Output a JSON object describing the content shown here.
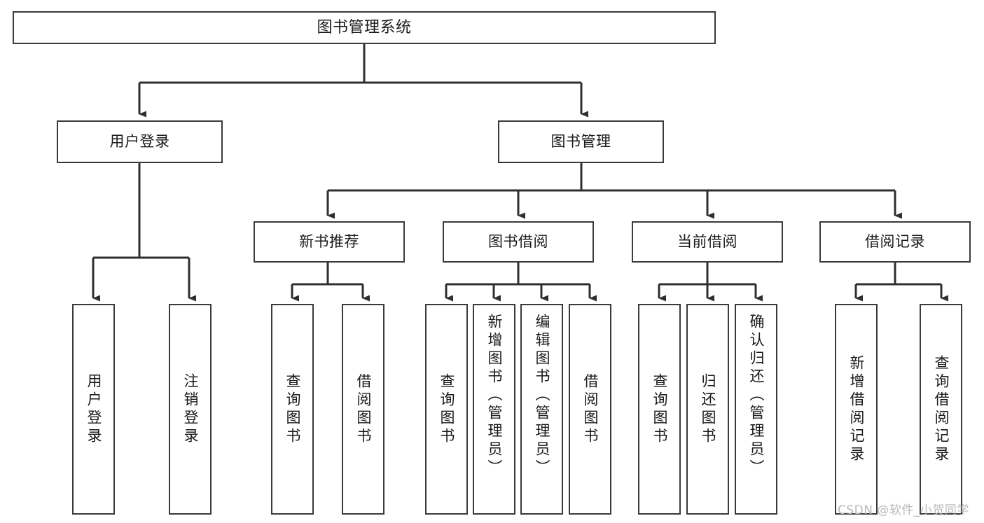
{
  "diagram": {
    "type": "tree-hierarchy",
    "title": "图书管理系统",
    "orientation": "top-down",
    "stroke_color": "#3a3a3a",
    "fill_color": "#ffffff"
  },
  "nodes": {
    "root": {
      "label": "图书管理系统"
    },
    "level2": [
      {
        "id": "user-login",
        "label": "用户登录"
      },
      {
        "id": "book-management",
        "label": "图书管理"
      }
    ],
    "level3": [
      {
        "id": "new-book-recommend",
        "label": "新书推荐"
      },
      {
        "id": "book-borrow",
        "label": "图书借阅"
      },
      {
        "id": "current-borrow",
        "label": "当前借阅"
      },
      {
        "id": "borrow-record",
        "label": "借阅记录"
      }
    ],
    "leaves": [
      {
        "id": "leaf-user-login",
        "label": "用户登录",
        "parent": "user-login"
      },
      {
        "id": "leaf-user-logout",
        "label": "注销登录",
        "parent": "user-login"
      },
      {
        "id": "leaf-query-book-1",
        "label": "查询图书",
        "parent": "new-book-recommend"
      },
      {
        "id": "leaf-borrow-book-1",
        "label": "借阅图书",
        "parent": "new-book-recommend"
      },
      {
        "id": "leaf-query-book-2",
        "label": "查询图书",
        "parent": "book-borrow"
      },
      {
        "id": "leaf-add-book",
        "label": "新增图书（管理员）",
        "parent": "book-borrow"
      },
      {
        "id": "leaf-edit-book",
        "label": "编辑图书（管理员）",
        "parent": "book-borrow"
      },
      {
        "id": "leaf-borrow-book-2",
        "label": "借阅图书",
        "parent": "book-borrow"
      },
      {
        "id": "leaf-query-book-3",
        "label": "查询图书",
        "parent": "current-borrow"
      },
      {
        "id": "leaf-return-book",
        "label": "归还图书",
        "parent": "current-borrow"
      },
      {
        "id": "leaf-confirm-return",
        "label": "确认归还（管理员）",
        "parent": "current-borrow"
      },
      {
        "id": "leaf-add-record",
        "label": "新增借阅记录",
        "parent": "borrow-record"
      },
      {
        "id": "leaf-query-record",
        "label": "查询借阅记录",
        "parent": "borrow-record"
      }
    ]
  },
  "watermark": {
    "text": "CSDN @软件_小贺同学"
  }
}
